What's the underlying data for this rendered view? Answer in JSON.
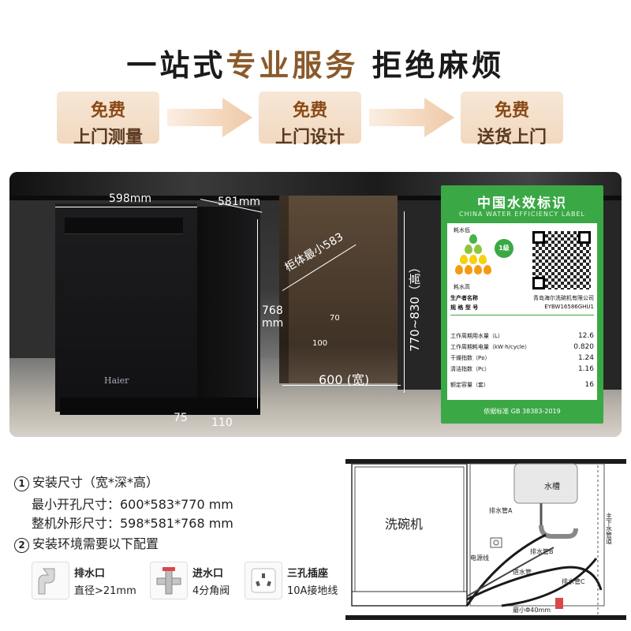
{
  "headline": {
    "part1": "一站式",
    "part2": "专业服务",
    "part3": "拒绝麻烦"
  },
  "services": [
    {
      "line1": "免费",
      "line2": "上门测量"
    },
    {
      "line1": "免费",
      "line2": "上门设计"
    },
    {
      "line1": "免费",
      "line2": "送货上门"
    }
  ],
  "product_dims": {
    "width": "598mm",
    "depth": "581mm",
    "height": "768",
    "height_unit": "mm",
    "kick_height": "75",
    "kick_depth": "110",
    "brand": "Haier"
  },
  "niche_dims": {
    "depth": "柜体最小583",
    "height": "770~830（高）",
    "width": "600 (宽)",
    "gap_w": "70",
    "gap_h": "100"
  },
  "efficiency_label": {
    "title": "中国水效标识",
    "subtitle": "CHINA WATER EFFICIENCY LABEL",
    "low": "耗水低",
    "high": "耗水高",
    "grade": "1级",
    "manufacturer_label": "生产者名称",
    "manufacturer": "青岛海尔洗碗机有限公司",
    "model_label": "规 格 型 号",
    "model": "EYBW16586GHU1",
    "rows": [
      {
        "k": "工作周期用水量（L）",
        "v": "12.6"
      },
      {
        "k": "工作周期耗电量（kW·h/cycle）",
        "v": "0.820"
      },
      {
        "k": "干燥指数（Pᴅ）",
        "v": "1.24"
      },
      {
        "k": "清洁指数（Pᴄ）",
        "v": "1.16"
      },
      {
        "k": "额定容量（套）",
        "v": "16"
      }
    ],
    "footer": "依据标准 GB 38383-2019"
  },
  "install": {
    "item1_num": "1",
    "item1_title": "安装尺寸（宽*深*高）",
    "min_opening": "最小开孔尺寸：600*583*770 mm",
    "overall": "整机外形尺寸：598*581*768 mm",
    "item2_num": "2",
    "item2_title": "安装环境需要以下配置",
    "requirements": [
      {
        "title": "排水口",
        "sub": "直径>21mm",
        "icon": "drain-pipe-icon"
      },
      {
        "title": "进水口",
        "sub": "4分角阀",
        "icon": "angle-valve-icon"
      },
      {
        "title": "三孔插座",
        "sub": "10A接地线",
        "icon": "power-socket-icon"
      }
    ]
  },
  "diagram": {
    "dishwasher": "洗碗机",
    "sink": "水槽",
    "drain_a": "排水管A",
    "drain_b": "排水管B",
    "drain_c": "排水管C",
    "power_cord": "电源线",
    "inlet": "进水管",
    "main_drain": "主下水管道",
    "min_dia": "最小Φ40mm"
  }
}
